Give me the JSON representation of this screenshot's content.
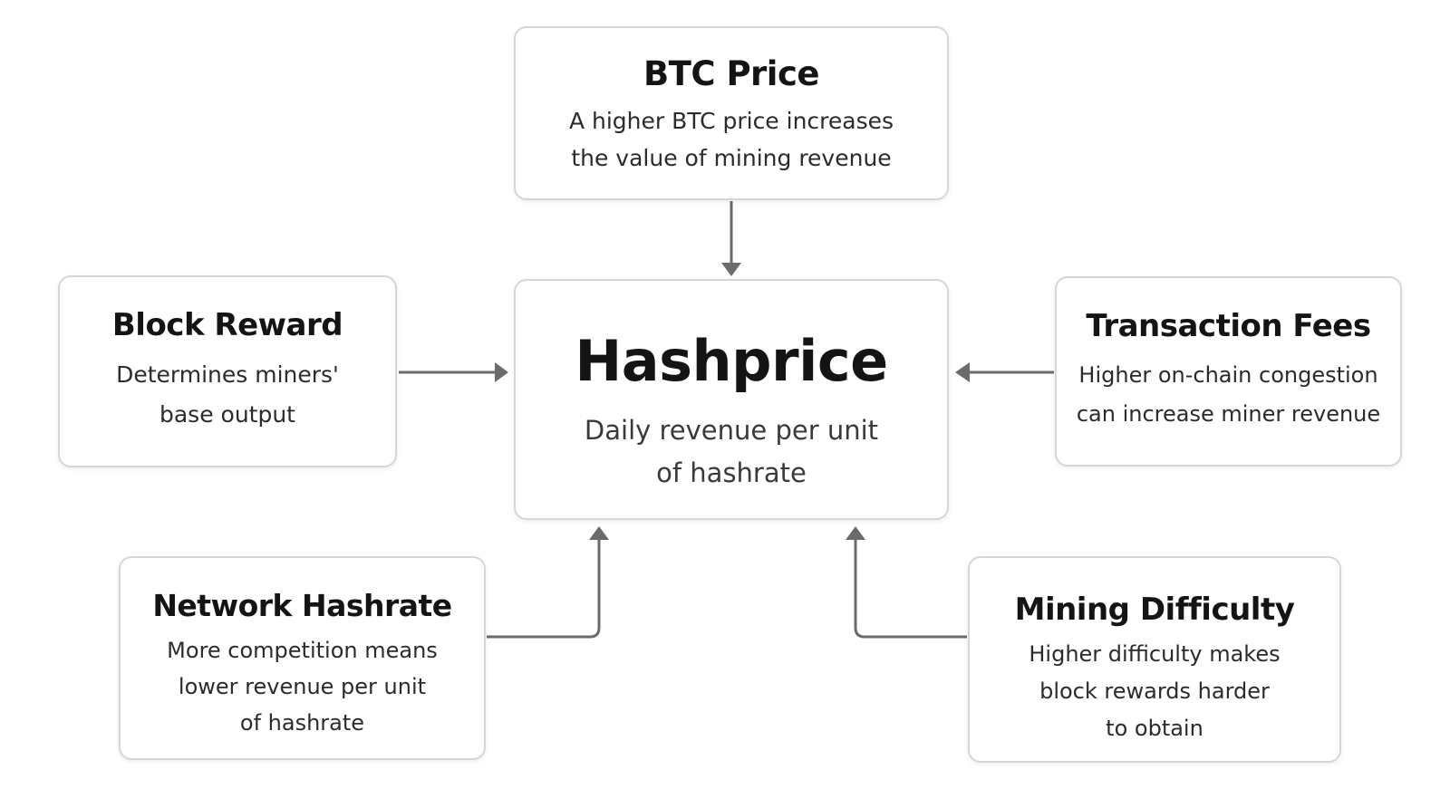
{
  "nodes": {
    "btc_price": {
      "title": "BTC Price",
      "description": "A higher BTC price increases\nthe value of mining revenue"
    },
    "block_reward": {
      "title": "Block Reward",
      "description": "Determines miners'\nbase output"
    },
    "hashprice": {
      "title": "Hashprice",
      "description": "Daily revenue per unit\nof hashrate"
    },
    "transaction_fees": {
      "title": "Transaction Fees",
      "description": "Higher on-chain congestion\ncan increase miner revenue"
    },
    "network_hashrate": {
      "title": "Network Hashrate",
      "description": "More competition means\nlower revenue per unit\nof hashrate"
    },
    "mining_difficulty": {
      "title": "Mining Difficulty",
      "description": "Higher difficulty makes\nblock rewards harder\nto obtain"
    }
  },
  "edges": [
    {
      "from": "btc_price",
      "to": "hashprice"
    },
    {
      "from": "block_reward",
      "to": "hashprice"
    },
    {
      "from": "transaction_fees",
      "to": "hashprice"
    },
    {
      "from": "network_hashrate",
      "to": "hashprice"
    },
    {
      "from": "mining_difficulty",
      "to": "hashprice"
    }
  ],
  "colors": {
    "arrow": "#6b6b6b",
    "box_border": "#d6d6d6",
    "text": "#141414"
  }
}
